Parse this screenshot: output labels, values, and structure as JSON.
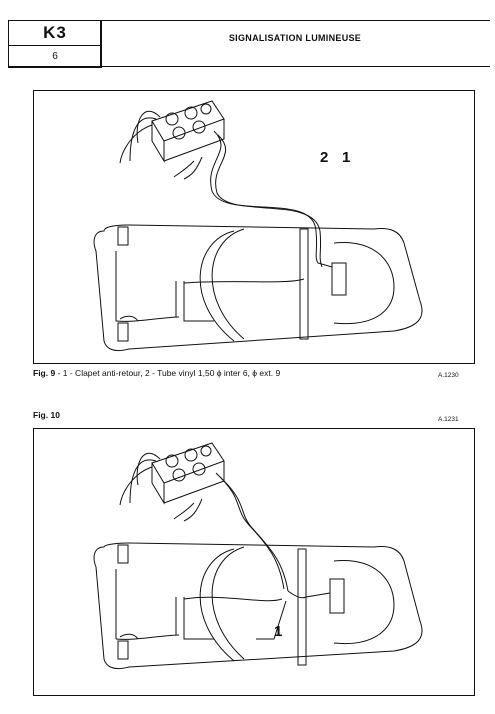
{
  "header": {
    "section_code": "K3",
    "page_number": "6",
    "title": "SIGNALISATION LUMINEUSE"
  },
  "figure9": {
    "label": "Fig. 9",
    "caption": "-   1 - Clapet anti-retour, 2 - Tube vinyl 1,50 ϕ inter 6,  ϕ ext. 9",
    "reference": "A.1230",
    "callouts": [
      "2",
      "1"
    ]
  },
  "figure10": {
    "label": "Fig. 10",
    "reference": "A.1231",
    "callouts": [
      "1"
    ]
  }
}
